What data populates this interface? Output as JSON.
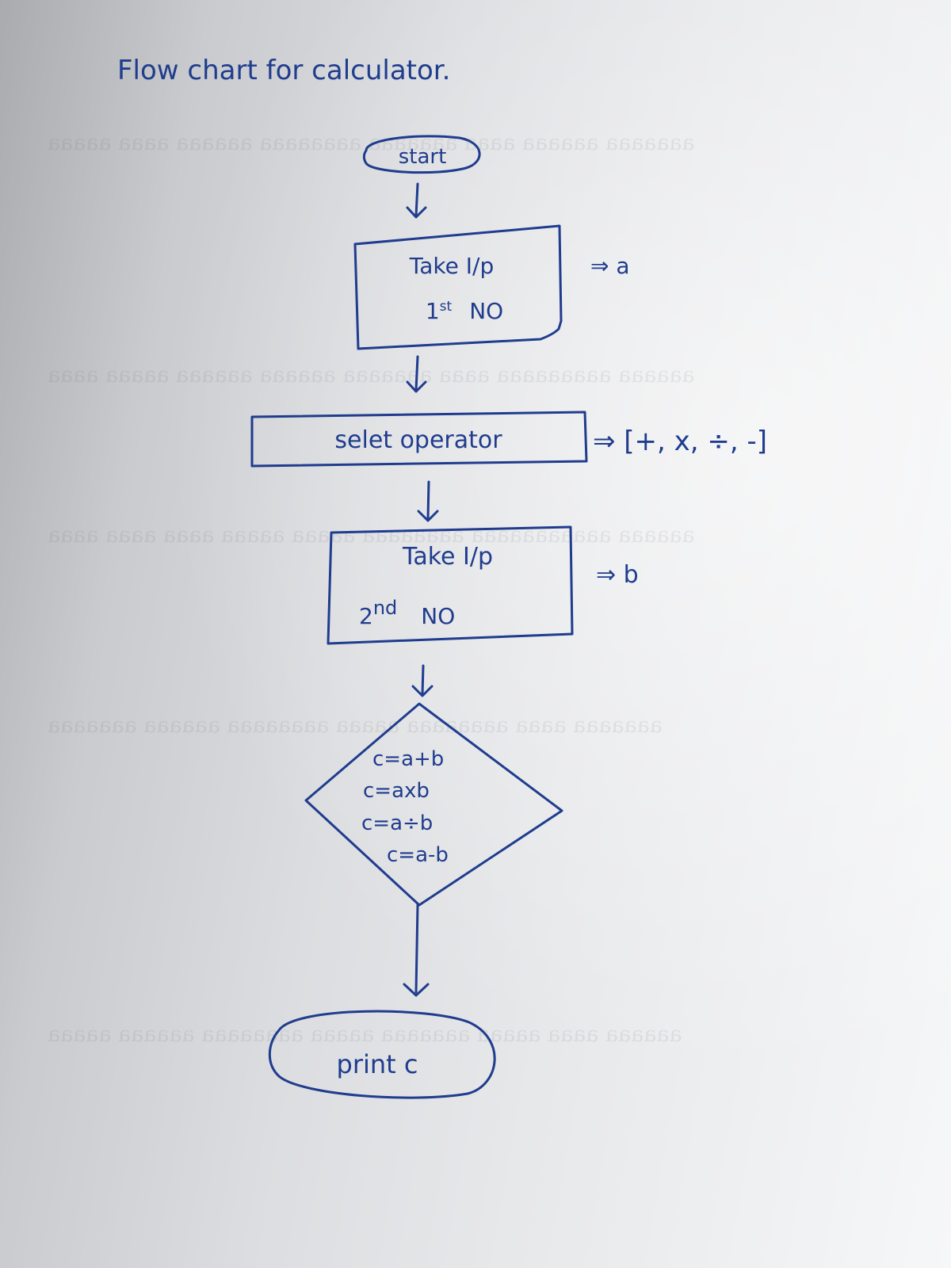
{
  "title": "Flow chart for calculator.",
  "nodes": {
    "start": "start",
    "input_a": {
      "line1": "Take I/p",
      "line2_prefix": "1",
      "line2_sup": "st",
      "line2_rest": "NO"
    },
    "operator": "selet operator",
    "input_b": {
      "line1": "Take I/p",
      "line2_prefix": "2",
      "line2_sup": "nd",
      "line2_rest": "NO"
    },
    "compute": [
      "c=a+b",
      "c=axb",
      "c=a÷b",
      "c=a-b"
    ],
    "output": "print c"
  },
  "annotations": {
    "input_a": "⇒ a",
    "operator": "⇒ [+, x, ÷, -]",
    "input_b": "⇒ b"
  },
  "colors": {
    "ink": "#1f3c8e"
  }
}
